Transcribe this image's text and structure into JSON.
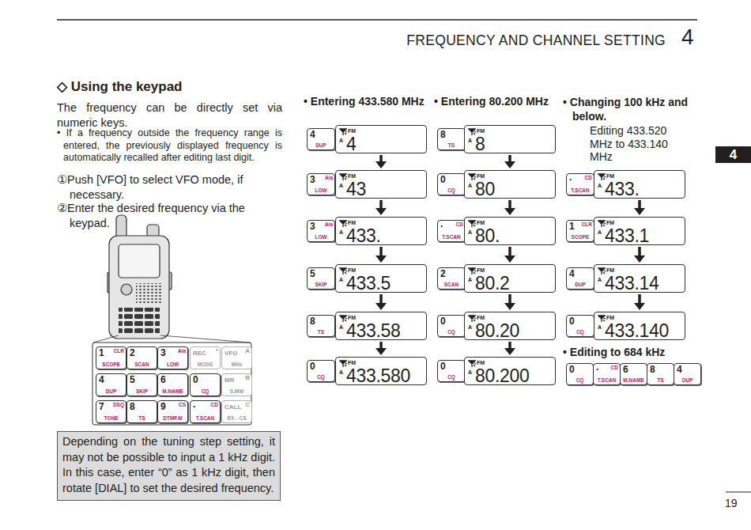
{
  "diagram": {
    "title": "FREQUENCY AND CHANNEL SETTING",
    "nodes": [
      {
        "text": [
          "4"
        ]
      },
      {
        "text": [
          "1",
          "CLR",
          "SCOPE"
        ]
      },
      {
        "text": [
          "2",
          "SCAN"
        ]
      },
      {
        "text": [
          "3",
          "A/a",
          "LOW"
        ]
      },
      {
        "text": [
          "REC",
          "*",
          "MODE"
        ]
      },
      {
        "text": [
          "VFO",
          "A",
          "MHz"
        ]
      },
      {
        "text": [
          "4",
          "DUP"
        ]
      },
      {
        "text": [
          "5",
          "SKIP"
        ]
      },
      {
        "text": [
          "6",
          "M.NAME"
        ]
      },
      {
        "text": [
          "0",
          "CQ"
        ]
      },
      {
        "text": [
          "MR",
          "B",
          "S.MW"
        ]
      },
      {
        "text": [
          "7",
          "DSQ",
          "TONE"
        ]
      },
      {
        "text": [
          "8",
          "TS"
        ]
      },
      {
        "text": [
          "9",
          "CS",
          "DTMF.M"
        ]
      },
      {
        "text": [
          "·",
          "CD",
          "T.SCAN"
        ]
      },
      {
        "text": [
          "CALL",
          "C",
          "RX↔CS"
        ]
      },
      {
        "text": [
          "Depending on the tuning step setting, it may not be possible to input a 1 kHz digit. In this case, enter “0” as 1 kHz digit, then rotate [DIAL] to set the desired frequency."
        ]
      },
      {
        "text": [
          "4",
          "DUP"
        ]
      },
      {
        "text": [
          "FM",
          "A",
          "4"
        ]
      },
      {
        "text": [
          "3",
          "A/a",
          "LOW"
        ]
      },
      {
        "text": [
          "FM",
          "A",
          "43"
        ]
      },
      {
        "text": [
          "3",
          "A/a",
          "LOW"
        ]
      },
      {
        "text": [
          "FM",
          "A",
          "433."
        ]
      },
      {
        "text": [
          "5",
          "SKIP"
        ]
      },
      {
        "text": [
          "FM",
          "A",
          "433.5"
        ]
      },
      {
        "text": [
          "8",
          "TS"
        ]
      },
      {
        "text": [
          "FM",
          "A",
          "433.58"
        ]
      },
      {
        "text": [
          "0",
          "CQ"
        ]
      },
      {
        "text": [
          "FM",
          "A",
          "433.580"
        ]
      },
      {
        "text": [
          "8",
          "TS"
        ]
      },
      {
        "text": [
          "FM",
          "A",
          "8"
        ]
      },
      {
        "text": [
          "0",
          "CQ"
        ]
      },
      {
        "text": [
          "FM",
          "A",
          "80"
        ]
      },
      {
        "text": [
          "·",
          "CD",
          "T.SCAN"
        ]
      },
      {
        "text": [
          "FM",
          "A",
          "80."
        ]
      },
      {
        "text": [
          "2",
          "SCAN"
        ]
      },
      {
        "text": [
          "FM",
          "A",
          "80.2"
        ]
      },
      {
        "text": [
          "0",
          "CQ"
        ]
      },
      {
        "text": [
          "FM",
          "A",
          "80.20"
        ]
      },
      {
        "text": [
          "0",
          "CQ"
        ]
      },
      {
        "text": [
          "FM",
          "A",
          "80.200"
        ]
      },
      {
        "text": [
          "·",
          "CD",
          "T.SCAN"
        ]
      },
      {
        "text": [
          "FM",
          "A",
          "433."
        ]
      },
      {
        "text": [
          "1",
          "CLR",
          "SCOPE"
        ]
      },
      {
        "text": [
          "FM",
          "A",
          "433.1"
        ]
      },
      {
        "text": [
          "4",
          "DUP"
        ]
      },
      {
        "text": [
          "FM",
          "A",
          "433.14"
        ]
      },
      {
        "text": [
          "0",
          "CQ"
        ]
      },
      {
        "text": [
          "FM",
          "A",
          "433.140"
        ]
      },
      {
        "text": [
          "0",
          "CQ"
        ]
      },
      {
        "text": [
          "·",
          "CD",
          "T.SCAN"
        ]
      },
      {
        "text": [
          "6",
          "M.NAME"
        ]
      },
      {
        "text": [
          "8",
          "TS"
        ]
      },
      {
        "text": [
          "4",
          "DUP"
        ]
      }
    ],
    "edges": [
      {
        "from": 18,
        "to": 20,
        "arrow": "to"
      },
      {
        "from": 20,
        "to": 22,
        "arrow": "to"
      },
      {
        "from": 22,
        "to": 24,
        "arrow": "to"
      },
      {
        "from": 24,
        "to": 26,
        "arrow": "to"
      },
      {
        "from": 26,
        "to": 28,
        "arrow": "to"
      },
      {
        "from": 30,
        "to": 32,
        "arrow": "to"
      },
      {
        "from": 32,
        "to": 34,
        "arrow": "to"
      },
      {
        "from": 34,
        "to": 36,
        "arrow": "to"
      },
      {
        "from": 36,
        "to": 38,
        "arrow": "to"
      },
      {
        "from": 38,
        "to": 40,
        "arrow": "to"
      },
      {
        "from": 42,
        "to": 44,
        "arrow": "to"
      },
      {
        "from": 44,
        "to": 46,
        "arrow": "to"
      },
      {
        "from": 46,
        "to": 48,
        "arrow": "to"
      }
    ],
    "labels": [
      "4",
      "19",
      "◇ Using the keypad",
      "The frequency can be directly set via numeric keys.",
      "• If a frequency outside the frequency range is entered, the previously displayed frequency is automatically recalled after editing last digit.",
      "①Push [VFO] to select VFO mode, if necessary.",
      "②Enter the desired frequency via the keypad.",
      "• Entering 433.580 MHz",
      "• Entering 80.200 MHz",
      "• Changing 100 kHz and below.",
      "Editing 433.520 MHz to 433.140 MHz",
      "• Editing to 684 kHz"
    ]
  }
}
